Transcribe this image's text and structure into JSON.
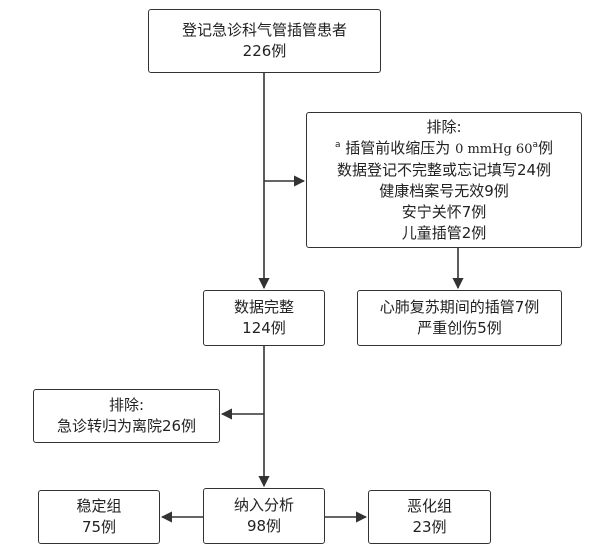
{
  "nodes": {
    "registered": {
      "lines": [
        "登记急诊科气管插管患者",
        "226例"
      ]
    },
    "exclude1": {
      "header": "排除:",
      "item1_pre": "a",
      "item1_main": "插管前收缩压为",
      "item1_serif": "0 mmHg 60",
      "item1_sup": "a",
      "item1_post": "例",
      "item2": "数据登记不完整或忘记填写24例",
      "item3": "健康档案号无效9例",
      "item4": "安宁关怀7例",
      "item5": "儿童插管2例"
    },
    "exclude_cpr": {
      "lines": [
        "心肺复苏期间的插管7例",
        "严重创伤5例"
      ]
    },
    "complete": {
      "lines": [
        "数据完整",
        "124例"
      ]
    },
    "exclude2": {
      "lines": [
        "排除:",
        "急诊转归为离院26例"
      ]
    },
    "analysis": {
      "lines": [
        "纳入分析",
        "98例"
      ]
    },
    "stable": {
      "lines": [
        "稳定组",
        "75例"
      ]
    },
    "worse": {
      "lines": [
        "恶化组",
        "23例"
      ]
    }
  },
  "colors": {
    "border": "#333333",
    "arrow": "#333333"
  }
}
